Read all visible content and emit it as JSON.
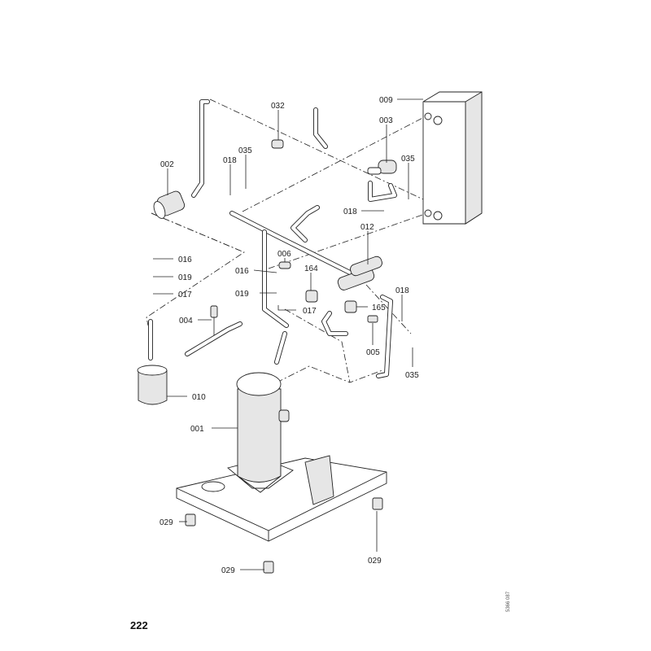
{
  "page_number": "222",
  "drawing_id": "5366 087",
  "labels": {
    "p009": "009",
    "p032": "032",
    "p003": "003",
    "p035a": "035",
    "p018a": "018",
    "p035b": "035",
    "p002": "002",
    "p018b": "018",
    "p012": "012",
    "p016a": "016",
    "p019a": "019",
    "p017a": "017",
    "p016b": "016",
    "p006": "006",
    "p164": "164",
    "p019b": "019",
    "p017b": "017",
    "p165": "165",
    "p004": "004",
    "p018c": "018",
    "p005": "005",
    "p035c": "035",
    "p010": "010",
    "p001": "001",
    "p029a": "029",
    "p029b": "029",
    "p029c": "029"
  }
}
